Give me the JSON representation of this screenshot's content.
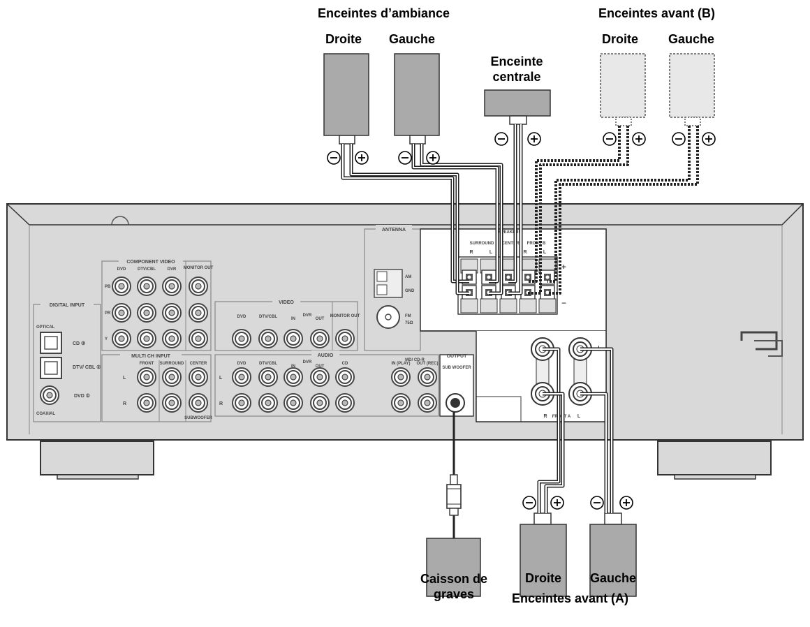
{
  "labels": {
    "surround_group": "Enceintes d’ambiance",
    "surround_right": "Droite",
    "surround_left": "Gauche",
    "center": "Enceinte\ncentrale",
    "front_b_group": "Enceintes avant (B)",
    "front_b_right": "Droite",
    "front_b_left": "Gauche",
    "subwoofer": "Caisson de\ngraves",
    "front_a_right": "Droite",
    "front_a_left": "Gauche",
    "front_a_group": "Enceintes avant (A)"
  },
  "polarity": {
    "minus": "−",
    "plus": "+"
  },
  "panel": {
    "component_video": "COMPONENT VIDEO",
    "cv_dvd": "DVD",
    "cv_dtv": "DTV/CBL",
    "cv_dvr": "DVR",
    "monitor_out": "MONITOR OUT",
    "pb": "PB",
    "pr": "PR",
    "y": "Y",
    "digital_input": "DIGITAL INPUT",
    "optical": "OPTICAL",
    "coaxial": "COAXIAL",
    "di_cd": "CD ③",
    "di_dtv": "DTV/ CBL ②",
    "di_dvd": "DVD ①",
    "video": "VIDEO",
    "v_dvd": "DVD",
    "v_dtv": "DTV/CBL",
    "v_in": "IN",
    "v_dvr": "DVR",
    "v_out": "OUT",
    "v_monitor": "MONITOR OUT",
    "antenna": "ANTENNA",
    "am": "AM",
    "gnd": "GND",
    "fm": "FM",
    "fm_ohm": "75Ω",
    "speakers": "SPEAKERS",
    "surround": "SURROUND",
    "center": "CENTER",
    "front_b": "FRONT B",
    "multi_ch": "MULTI CH INPUT",
    "mc_front": "FRONT",
    "mc_surround": "SURROUND",
    "mc_center": "CENTER",
    "mc_sub": "SUBWOOFER",
    "audio": "AUDIO",
    "a_dvd": "DVD",
    "a_dtv": "DTV/CBL",
    "a_in": "IN",
    "a_dvr": "DVR",
    "a_out": "OUT",
    "a_cd": "CD",
    "a_in_play": "IN (PLAY)",
    "a_md": "MD/ CD-R",
    "a_out_rec": "OUT (REC)",
    "output": "OUTPUT",
    "sub_woofer": "SUB WOOFER",
    "front_a": "FRONT A",
    "r": "R",
    "l": "L"
  }
}
